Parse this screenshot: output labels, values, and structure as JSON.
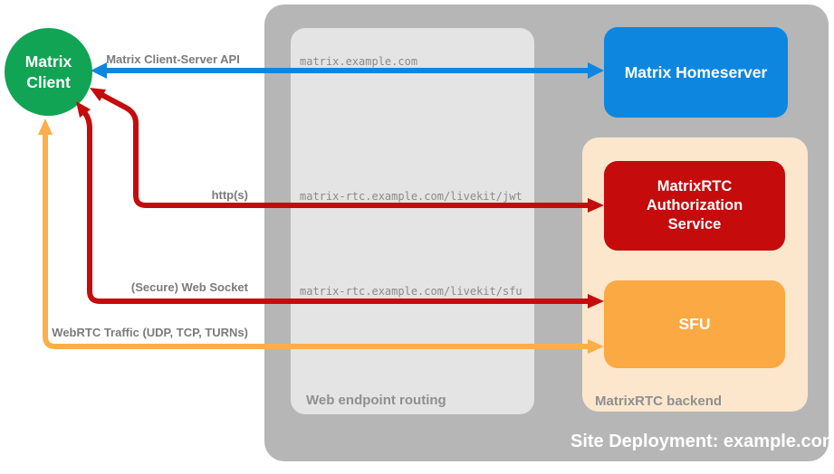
{
  "client": {
    "label": "Matrix Client",
    "color": "#10a454"
  },
  "deployment": {
    "label": "Site Deployment: example.com",
    "container_color": "#b6b6b6",
    "routing": {
      "label": "Web endpoint routing",
      "color": "#e4e4e4",
      "endpoints": [
        "matrix.example.com",
        "matrix-rtc.example.com/livekit/jwt",
        "matrix-rtc.example.com/livekit/sfu"
      ]
    },
    "homeserver": {
      "label": "Matrix Homeserver",
      "color": "#0d86e0"
    },
    "backend": {
      "label": "MatrixRTC backend",
      "color": "#fce7cd",
      "auth_service": {
        "label": "MatrixRTC Authorization Service",
        "color": "#c50b0c"
      },
      "sfu": {
        "label": "SFU",
        "color": "#fba942"
      }
    }
  },
  "connections": {
    "client_server_api": {
      "label": "Matrix Client-Server API",
      "color": "#0d86e0",
      "from": "Matrix Client",
      "to": "Matrix Homeserver",
      "bidirectional": true
    },
    "http": {
      "label": "http(s)",
      "color": "#c50b0c",
      "from": "Matrix Client",
      "to": "MatrixRTC Authorization Service",
      "bidirectional": false
    },
    "websocket": {
      "label": "(Secure) Web Socket",
      "color": "#c50b0c",
      "from": "Matrix Client",
      "to": "SFU",
      "bidirectional": false
    },
    "webrtc": {
      "label": "WebRTC Traffic (UDP, TCP, TURNs)",
      "color": "#fbae4a",
      "from": "Matrix Client",
      "to": "SFU",
      "bidirectional": false
    }
  }
}
